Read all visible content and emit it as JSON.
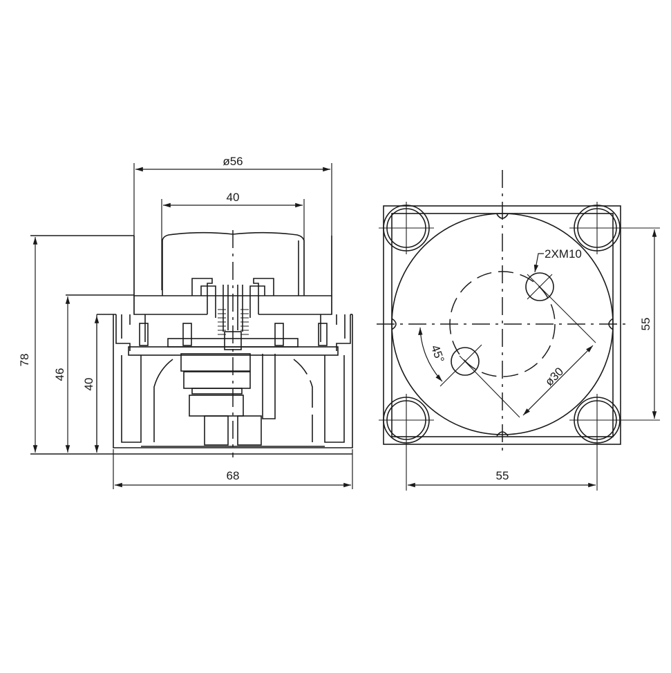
{
  "drawing": {
    "type": "mechanical-technical-drawing",
    "views": [
      "side-section-view",
      "top-plan-view"
    ],
    "line_color": "#1a1a1a",
    "background": "#ffffff"
  },
  "side_view": {
    "dimensions": {
      "outer_diameter": "ø56",
      "cap_width": "40",
      "base_width": "68",
      "total_height": "78",
      "flange_height": "46",
      "body_height": "40"
    }
  },
  "top_view": {
    "dimensions": {
      "hole_spacing_horizontal": "55",
      "hole_spacing_vertical": "55",
      "stud_circle_diameter": "ø30",
      "stud_angle": "45°",
      "stud_callout": "2XM10"
    }
  }
}
